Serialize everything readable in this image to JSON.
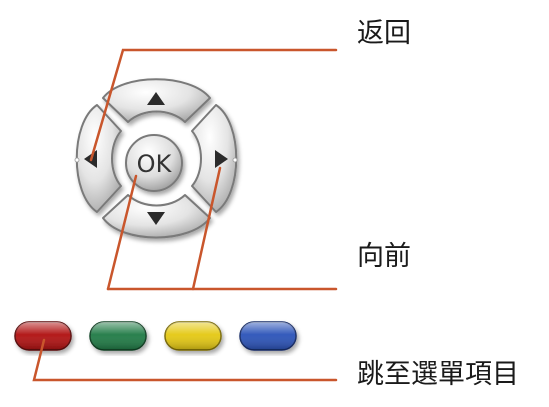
{
  "labels": {
    "back": "返回",
    "forward": "向前",
    "jump_to_menu_item": "跳至選單項目"
  },
  "remote": {
    "ok_button_label": "OK",
    "color_buttons": [
      {
        "name": "red",
        "color": "#b01010"
      },
      {
        "name": "green",
        "color": "#1f7a45"
      },
      {
        "name": "yellow",
        "color": "#e4c812"
      },
      {
        "name": "blue",
        "color": "#2a52b8"
      }
    ]
  },
  "colors": {
    "callout_line": "#c9562c",
    "pad_fill": "#e3e3e3",
    "pad_stroke": "#7a7a7a",
    "arrow": "#2b2b2b"
  }
}
